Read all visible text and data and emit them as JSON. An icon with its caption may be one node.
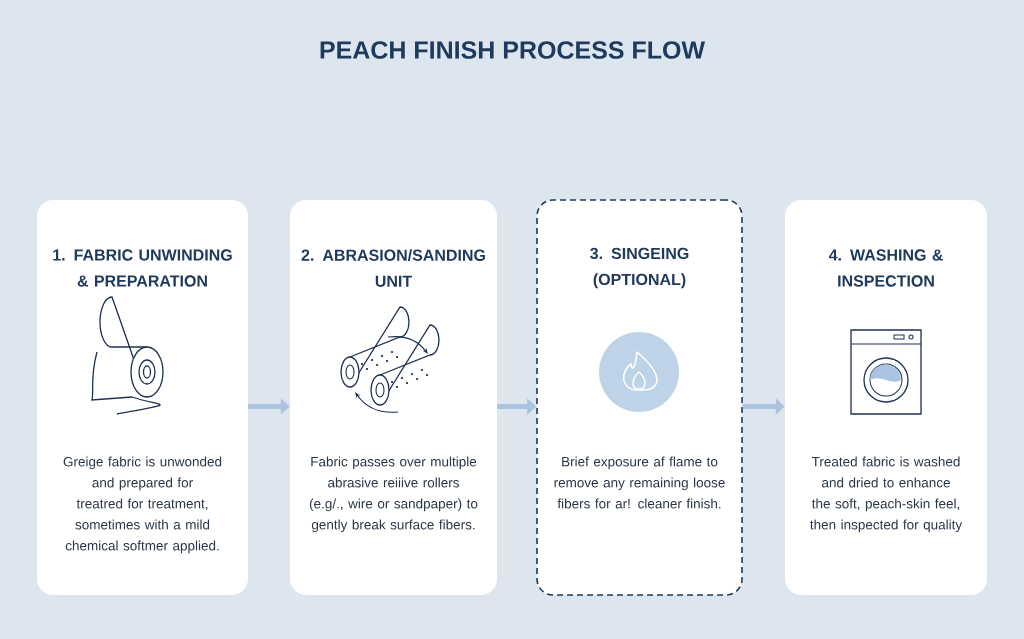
{
  "diagram": {
    "title": "PEACH FINISH PROCESS FLOW",
    "nodes": [
      {
        "text": [
          "1. FABRIC UNWINDING & PREPARATION",
          "Greige fabric is unwonded and prepared for treatred for treatment, sometimes with a mild chemical softmer applied."
        ]
      },
      {
        "text": [
          "2. ABRASION/SANDING UNIT",
          "Fabric passes over multiple abrasive reiiive rollers (e.g/., wire or sandpaper) to gently break surface fibers."
        ]
      },
      {
        "text": [
          "3. SINGEING (OPTIONAL)",
          "Brief exposure af flame to remove any remaining loose fibers for ar! cleaner finish."
        ]
      },
      {
        "text": [
          "4. WASHING & INSPECTION",
          "Treated fabric is washed and dried to enhance the soft, peach-skin feel, then inspected for quality"
        ]
      }
    ],
    "edges": [
      {
        "from": 0,
        "to": 1,
        "arrow": "to"
      },
      {
        "from": 1,
        "to": 2,
        "arrow": "to"
      },
      {
        "from": 2,
        "to": 3,
        "arrow": "to"
      }
    ]
  }
}
